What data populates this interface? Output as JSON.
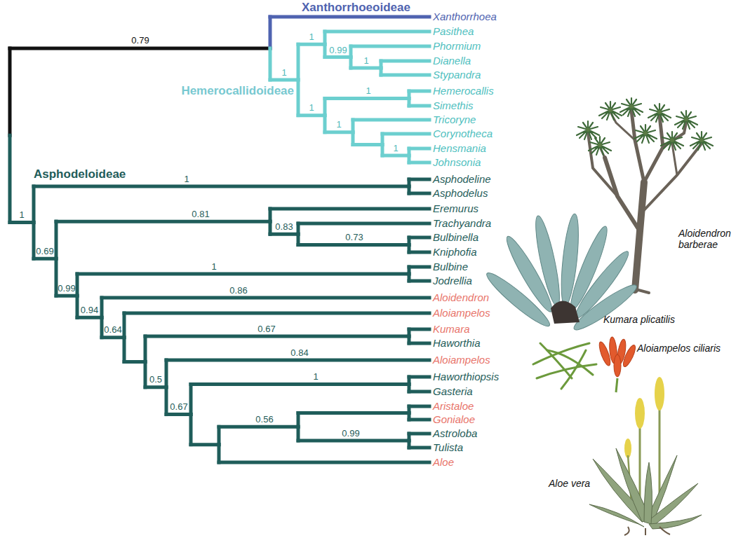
{
  "diagram": {
    "labels": [
      "Xanthorrhoeoideae",
      "0.79",
      "Xanthorrhoea",
      "1",
      "Pasithea",
      "0.99",
      "Phormium",
      "1",
      "Dianella",
      "Stypandra",
      "1",
      "Hemerocallidoideae",
      "1",
      "Hemerocallis",
      "Simethis",
      "1",
      "Tricoryne",
      "1",
      "Corynotheca",
      "1",
      "Hensmania",
      "Johnsonia",
      "Asphodeloideae",
      "1",
      "Asphodeline",
      "Asphodelus",
      "1",
      "0.81",
      "Eremurus",
      "0.83",
      "Trachyandra",
      "0.73",
      "Bulbinella",
      "Kniphofia",
      "0.69",
      "1",
      "Bulbine",
      "Jodrellia",
      "0.99",
      "0.86",
      "Aloidendron",
      "0.94",
      "Aloiampelos",
      "0.64",
      "0.67",
      "Kumara",
      "Haworthia",
      "0.84",
      "Aloiampelos",
      "0.5",
      "1",
      "Haworthiopsis",
      "Gasteria",
      "0.67",
      "0.56",
      "Aristaloe",
      "Gonialoe",
      "0.99",
      "Astroloba",
      "Tulista",
      "Aloe",
      "Aloidendron barberae",
      "Kumara plicatilis",
      "Aloiampelos ciliaris",
      "Aloe vera"
    ]
  }
}
